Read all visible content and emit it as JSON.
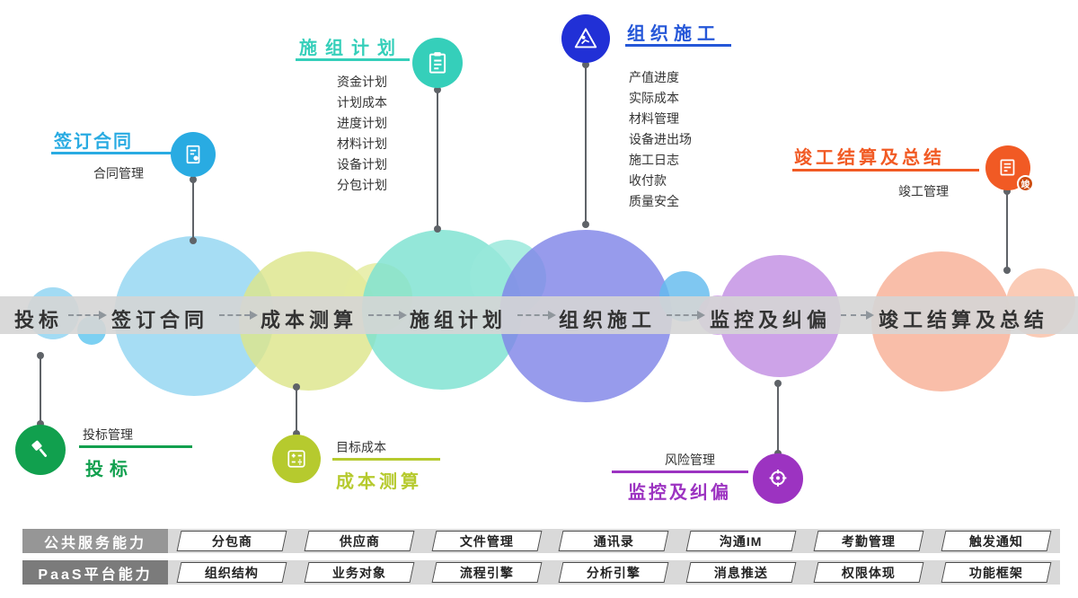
{
  "palette": {
    "blue": "#29abe2",
    "teal": "#35cfba",
    "deep_blue": "#2130d6",
    "orange": "#f15a24",
    "green": "#11a04e",
    "yellow_green": "#b6ca2e",
    "purple": "#9c33c1",
    "band_gray": "#d5d5d5",
    "text_dark": "#333333"
  },
  "timeline": {
    "stages": [
      {
        "label": "投标"
      },
      {
        "label": "签订合同"
      },
      {
        "label": "成本测算"
      },
      {
        "label": "施组计划"
      },
      {
        "label": "组织施工"
      },
      {
        "label": "监控及纠偏"
      },
      {
        "label": "竣工结算及总结"
      }
    ]
  },
  "callouts": {
    "sign_contract": {
      "title": "签订合同",
      "icon": "contract-document-icon",
      "items": [
        "合同管理"
      ]
    },
    "construction_plan": {
      "title": "施组计划",
      "icon": "clipboard-plan-icon",
      "items": [
        "资金计划",
        "计划成本",
        "进度计划",
        "材料计划",
        "设备计划",
        "分包计划"
      ]
    },
    "organize_construction": {
      "title": "组织施工",
      "icon": "construction-sign-icon",
      "items": [
        "产值进度",
        "实际成本",
        "材料管理",
        "设备进出场",
        "施工日志",
        "收付款",
        "质量安全"
      ]
    },
    "completion": {
      "title": "竣工结算及总结",
      "icon": "completion-ledger-icon",
      "badge": "竣",
      "items": [
        "竣工管理"
      ]
    },
    "bidding": {
      "title": "投标",
      "icon": "gavel-icon",
      "items": [
        "投标管理"
      ]
    },
    "cost_estimate": {
      "title": "成本测算",
      "icon": "calculator-icon",
      "items": [
        "目标成本"
      ]
    },
    "monitoring": {
      "title": "监控及纠偏",
      "icon": "target-pin-icon",
      "items": [
        "风险管理"
      ]
    }
  },
  "platform_rows": [
    {
      "label": "公共服务能力",
      "items": [
        "分包商",
        "供应商",
        "文件管理",
        "通讯录",
        "沟通IM",
        "考勤管理",
        "触发通知"
      ]
    },
    {
      "label": "PaaS平台能力",
      "items": [
        "组织结构",
        "业务对象",
        "流程引擎",
        "分析引擎",
        "消息推送",
        "权限体现",
        "功能框架"
      ]
    }
  ]
}
